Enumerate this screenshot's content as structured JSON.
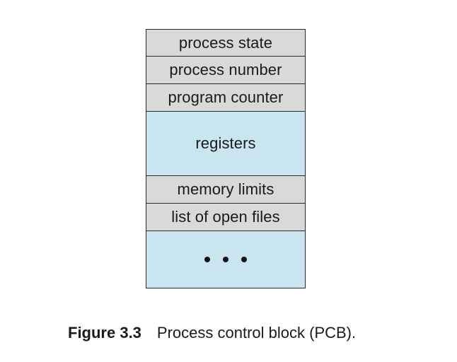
{
  "pcb": {
    "fields": [
      "process state",
      "process number",
      "program counter",
      "registers",
      "memory limits",
      "list of open files"
    ],
    "colors": {
      "small_field": "#d9d9d9",
      "large_field": "#c9e5ef"
    }
  },
  "caption": {
    "figure_label": "Figure 3.3",
    "text": "Process control block (PCB)."
  }
}
